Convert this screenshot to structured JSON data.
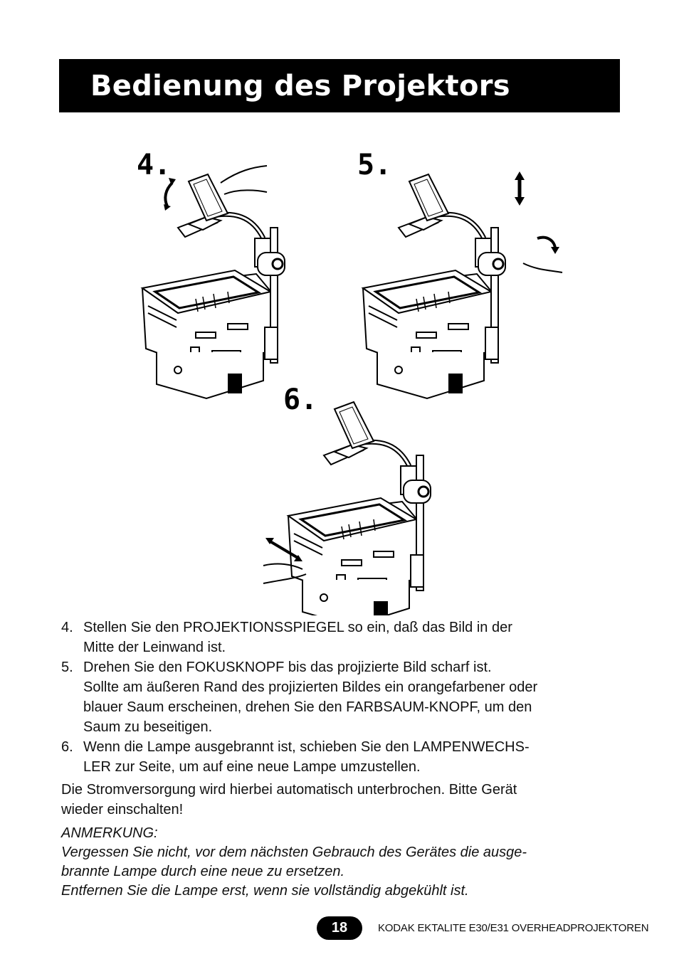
{
  "header": {
    "title": "Bedienung des Projektors"
  },
  "figure": {
    "labels": [
      "4.",
      "5.",
      "6."
    ]
  },
  "steps": [
    {
      "num": "4.",
      "lines": [
        "Stellen Sie den PROJEKTIONSSPIEGEL so ein, daß das Bild in der",
        "Mitte der Leinwand ist."
      ]
    },
    {
      "num": "5.",
      "lines": [
        "Drehen Sie den FOKUSKNOPF bis das projizierte Bild scharf ist.",
        "Sollte am äußeren Rand des projizierten Bildes ein orangefarbener oder",
        "blauer Saum erscheinen, drehen Sie den FARBSAUM-KNOPF, um den",
        "Saum zu beseitigen."
      ]
    },
    {
      "num": "6.",
      "lines": [
        "Wenn die Lampe ausgebrannt ist, schieben Sie den LAMPENWECHS-",
        "LER zur Seite, um auf eine neue Lampe umzustellen."
      ]
    }
  ],
  "paragraph": {
    "lines": [
      "Die Stromversorgung wird hierbei automatisch unterbrochen. Bitte Gerät",
      "wieder einschalten!"
    ]
  },
  "note": {
    "label": "ANMERKUNG:",
    "lines": [
      "Vergessen Sie nicht, vor dem nächsten Gebrauch des Gerätes die ausge-",
      "brannte Lampe durch eine neue zu ersetzen.",
      "Entfernen Sie die Lampe erst, wenn sie vollständig abgekühlt ist."
    ]
  },
  "footer": {
    "page": "18",
    "title": "KODAK EKTALITE E30/E31 OVERHEADPROJEKTOREN"
  }
}
